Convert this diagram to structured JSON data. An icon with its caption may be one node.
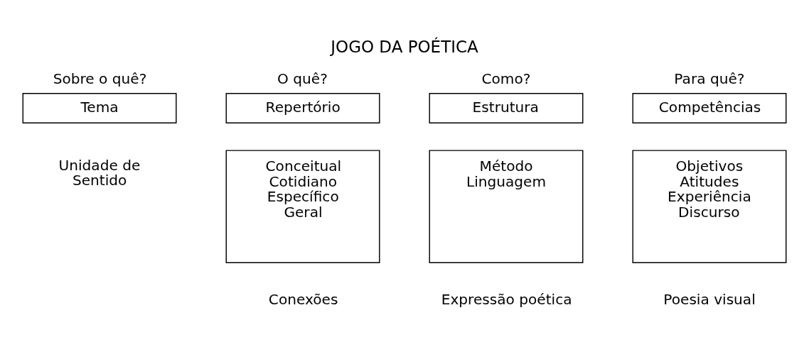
{
  "diagram": {
    "title": "JOGO DA POÉTICA",
    "nodes": [
      {
        "text": [
          "Sobre o quê?",
          "Tema"
        ],
        "beside": [
          "Unidade de Sentido"
        ]
      },
      {
        "text": [
          "O quê?",
          "Repertório"
        ]
      },
      {
        "text": [
          "Conceitual Cotidiano Específico Geral"
        ],
        "beside": [
          "Conexões"
        ]
      },
      {
        "text": [
          "Como?",
          "Estrutura"
        ]
      },
      {
        "text": [
          "Método Linguagem"
        ],
        "beside": [
          "Expressão poética"
        ]
      },
      {
        "text": [
          "Para quê?",
          "Competências"
        ]
      },
      {
        "text": [
          "Objetivos Atitudes Experiência Discurso"
        ],
        "beside": [
          "Poesia visual"
        ]
      }
    ],
    "edges": []
  }
}
